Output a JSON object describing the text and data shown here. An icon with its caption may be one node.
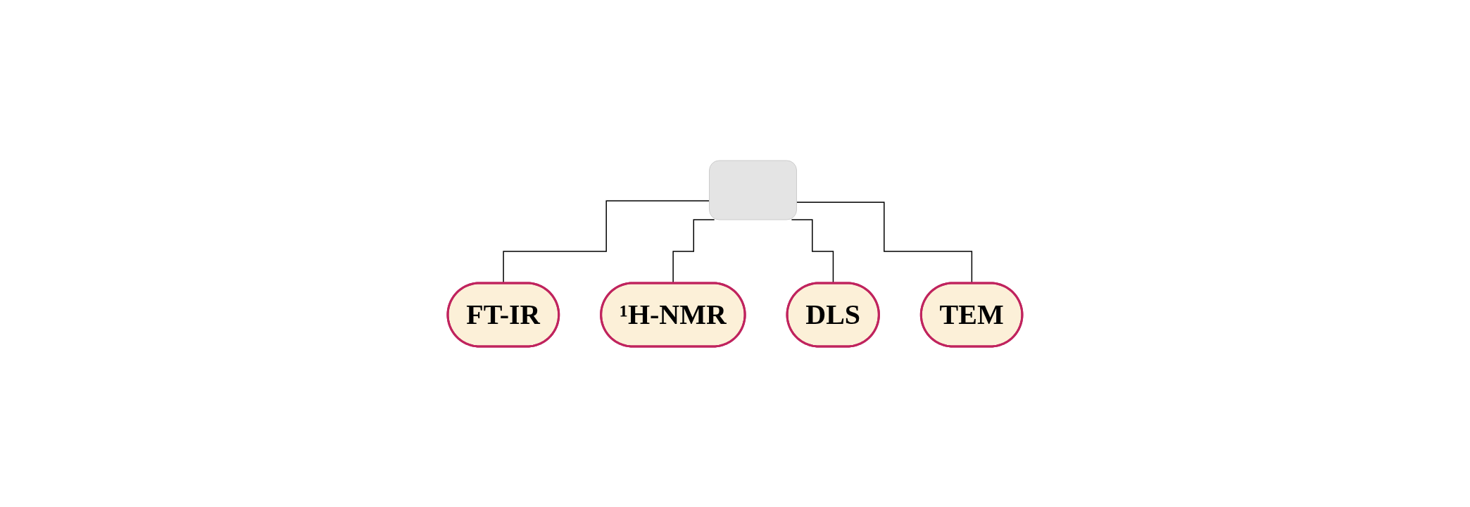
{
  "diagram": {
    "nodes": [
      {
        "text": [],
        "shape": "box"
      },
      {
        "text": [
          "FT-IR"
        ]
      },
      {
        "text": [
          "¹H-NMR"
        ]
      },
      {
        "text": [
          "DLS"
        ]
      },
      {
        "text": [
          "TEM"
        ]
      }
    ],
    "edges": [
      {
        "from": 0,
        "to": 1,
        "arrow": "none"
      },
      {
        "from": 0,
        "to": 2,
        "arrow": "none"
      },
      {
        "from": 0,
        "to": 3,
        "arrow": "none"
      },
      {
        "from": 0,
        "to": 4,
        "arrow": "none"
      }
    ]
  }
}
